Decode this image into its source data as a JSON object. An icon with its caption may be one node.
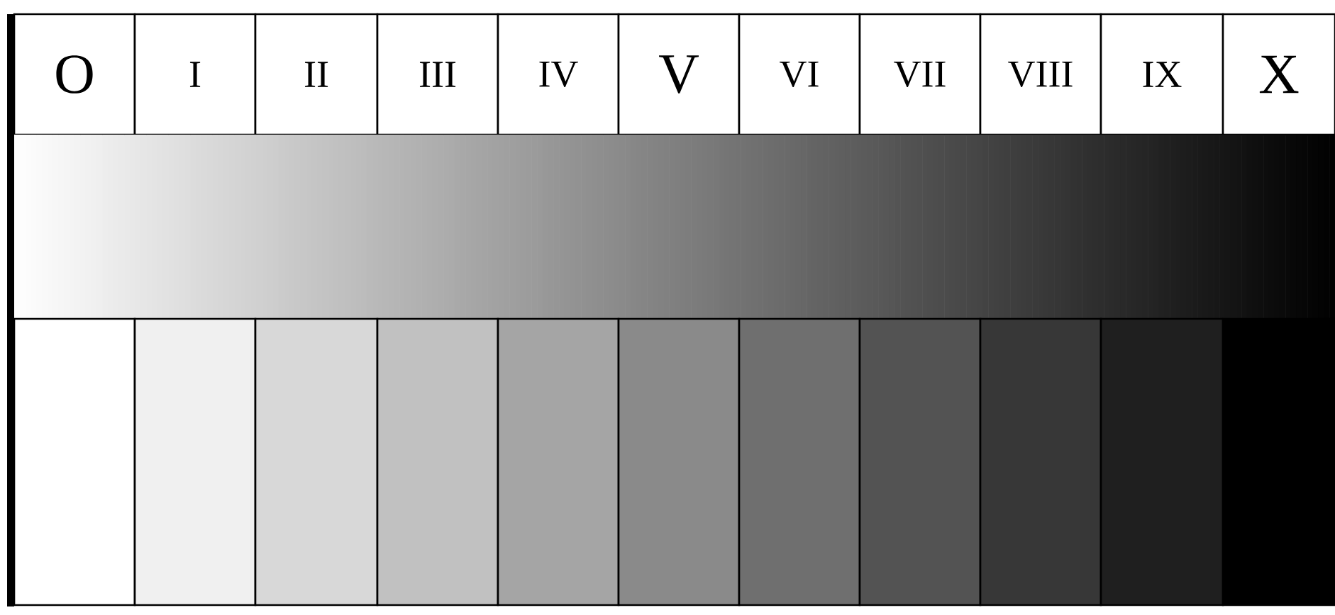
{
  "diagram": {
    "nodes": [
      {
        "text": [
          "O"
        ]
      },
      {
        "text": [
          "I"
        ]
      },
      {
        "text": [
          "II"
        ]
      },
      {
        "text": [
          "III"
        ]
      },
      {
        "text": [
          "IV"
        ]
      },
      {
        "text": [
          "V"
        ]
      },
      {
        "text": [
          "VI"
        ]
      },
      {
        "text": [
          "VII"
        ]
      },
      {
        "text": [
          "VIII"
        ]
      },
      {
        "text": [
          "IX"
        ]
      },
      {
        "text": [
          "X"
        ]
      },
      {
        "text": [],
        "shape": "bar"
      },
      {
        "text": [],
        "shape": "box"
      },
      {
        "text": [],
        "shape": "box"
      },
      {
        "text": [],
        "shape": "box"
      },
      {
        "text": [],
        "shape": "box"
      },
      {
        "text": [],
        "shape": "box"
      },
      {
        "text": [],
        "shape": "box"
      },
      {
        "text": [],
        "shape": "box"
      },
      {
        "text": [],
        "shape": "box"
      },
      {
        "text": [],
        "shape": "box"
      },
      {
        "text": [],
        "shape": "box"
      },
      {
        "text": [],
        "shape": "box"
      }
    ]
  }
}
